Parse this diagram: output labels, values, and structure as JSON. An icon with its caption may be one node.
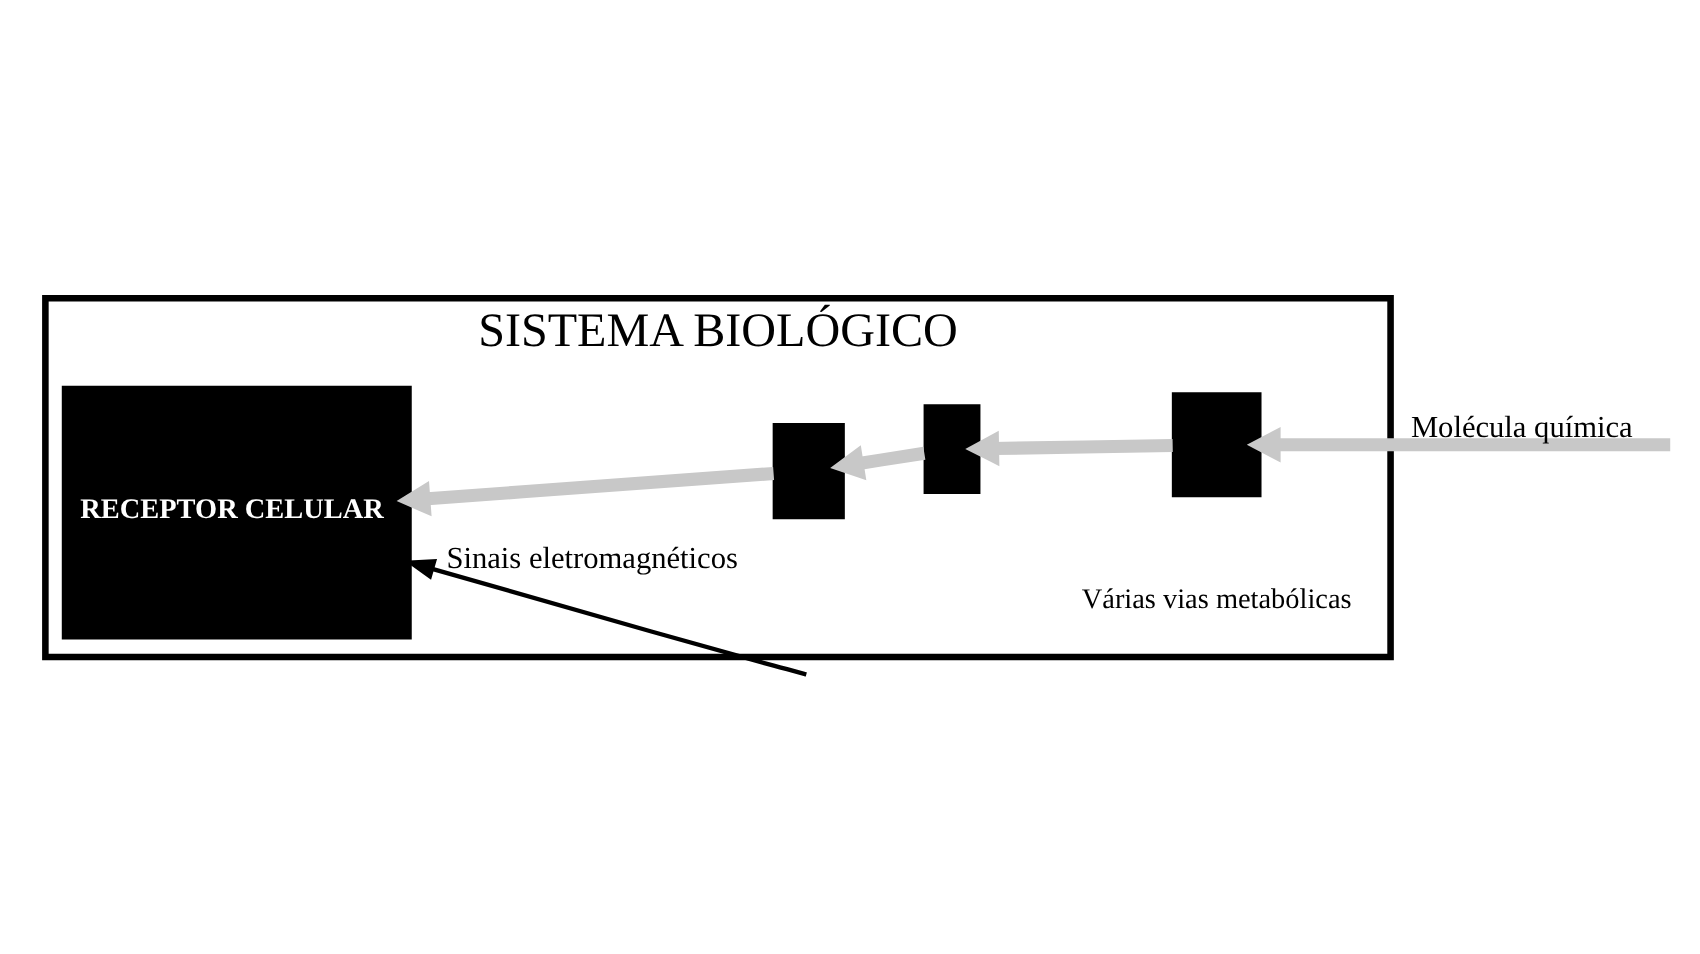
{
  "diagram": {
    "nodes": [
      {
        "text": [
          "SISTEMA BIOLÓGICO"
        ]
      },
      {
        "text": [
          "RECEPTOR CELULAR"
        ],
        "in": 0
      },
      {
        "text": [],
        "shape": "box",
        "in": 0
      },
      {
        "text": [],
        "shape": "box",
        "in": 0
      },
      {
        "text": [],
        "shape": "box",
        "in": 0
      }
    ],
    "edges": [
      {
        "from": null,
        "to": 4,
        "arrow": "to",
        "label": "Molécula química"
      },
      {
        "from": 4,
        "to": 3,
        "arrow": "to"
      },
      {
        "from": 3,
        "to": 2,
        "arrow": "to"
      },
      {
        "from": 2,
        "to": 1,
        "arrow": "to"
      },
      {
        "from": null,
        "to": 1,
        "arrow": "to",
        "label": "Sinais eletromagnéticos",
        "color": "#000000"
      }
    ],
    "labels": [
      "Várias vias metabólicas"
    ]
  }
}
